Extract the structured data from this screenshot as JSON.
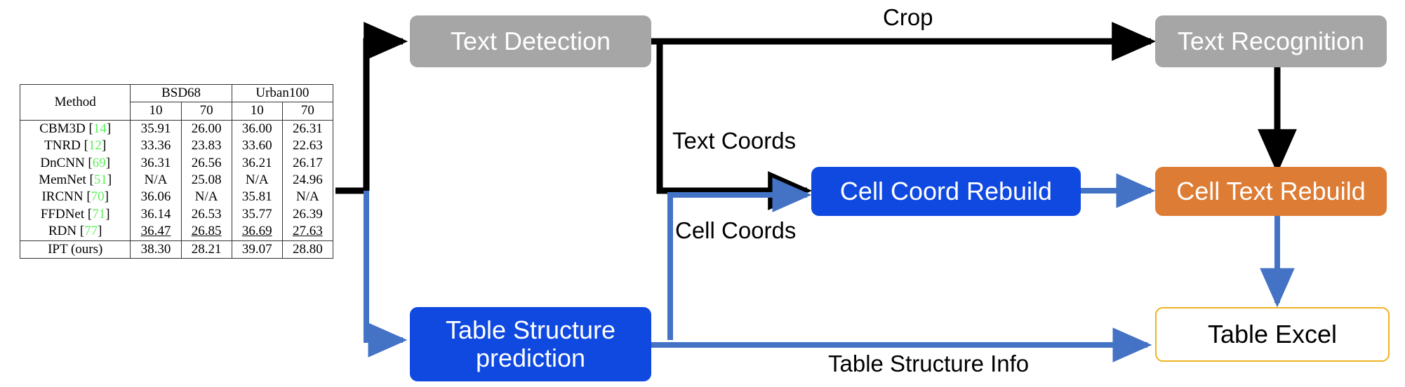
{
  "paper_table": {
    "col_method": "Method",
    "groups": [
      {
        "label": "BSD68",
        "sub": [
          "10",
          "70"
        ]
      },
      {
        "label": "Urban100",
        "sub": [
          "10",
          "70"
        ]
      }
    ],
    "rows": [
      {
        "method": "CBM3D",
        "ref": "14",
        "v": [
          "35.91",
          "26.00",
          "36.00",
          "26.31"
        ],
        "style": "normal"
      },
      {
        "method": "TNRD",
        "ref": "12",
        "v": [
          "33.36",
          "23.83",
          "33.60",
          "22.63"
        ],
        "style": "normal"
      },
      {
        "method": "DnCNN",
        "ref": "69",
        "v": [
          "36.31",
          "26.56",
          "36.21",
          "26.17"
        ],
        "style": "normal"
      },
      {
        "method": "MemNet",
        "ref": "51",
        "v": [
          "N/A",
          "25.08",
          "N/A",
          "24.96"
        ],
        "style": "normal"
      },
      {
        "method": "IRCNN",
        "ref": "70",
        "v": [
          "36.06",
          "N/A",
          "35.81",
          "N/A"
        ],
        "style": "normal"
      },
      {
        "method": "FFDNet",
        "ref": "71",
        "v": [
          "36.14",
          "26.53",
          "35.77",
          "26.39"
        ],
        "style": "normal"
      },
      {
        "method": "RDN",
        "ref": "77",
        "v": [
          "36.47",
          "26.85",
          "36.69",
          "27.63"
        ],
        "style": "underline"
      },
      {
        "method": "IPT (ours)",
        "ref": "",
        "v": [
          "38.30",
          "28.21",
          "39.07",
          "28.80"
        ],
        "style": "bold"
      }
    ]
  },
  "flow": {
    "nodes": {
      "text_detection": "Text Detection",
      "text_recognition": "Text Recognition",
      "cell_coord_rebuild": "Cell Coord Rebuild",
      "cell_text_rebuild": "Cell Text Rebuild",
      "table_structure_prediction": "Table Structure\nprediction",
      "table_excel": "Table Excel"
    },
    "edge_labels": {
      "crop": "Crop",
      "text_coords": "Text Coords",
      "cell_coords": "Cell Coords",
      "table_structure_info": "Table Structure Info"
    },
    "colors": {
      "gray": "#a6a6a6",
      "blue": "#1049e0",
      "orange": "#dd7c34",
      "excel_border": "#f0b323",
      "black_arrow": "#000000",
      "blue_arrow": "#4472c4",
      "ref_green": "#5ef05e"
    }
  }
}
